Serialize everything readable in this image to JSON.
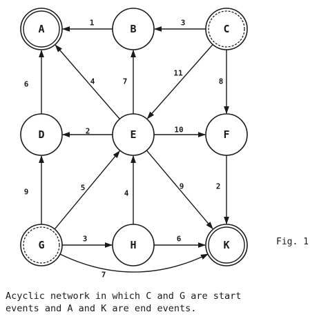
{
  "nodes": [
    {
      "id": "A",
      "label": "A",
      "type": "end"
    },
    {
      "id": "B",
      "label": "B",
      "type": "normal"
    },
    {
      "id": "C",
      "label": "C",
      "type": "start"
    },
    {
      "id": "D",
      "label": "D",
      "type": "normal"
    },
    {
      "id": "E",
      "label": "E",
      "type": "normal"
    },
    {
      "id": "F",
      "label": "F",
      "type": "normal"
    },
    {
      "id": "G",
      "label": "G",
      "type": "start"
    },
    {
      "id": "H",
      "label": "H",
      "type": "normal"
    },
    {
      "id": "K",
      "label": "K",
      "type": "end"
    }
  ],
  "edges": [
    {
      "from": "B",
      "to": "A",
      "weight": "1"
    },
    {
      "from": "C",
      "to": "B",
      "weight": "3"
    },
    {
      "from": "C",
      "to": "E",
      "weight": "11"
    },
    {
      "from": "C",
      "to": "F",
      "weight": "8"
    },
    {
      "from": "D",
      "to": "A",
      "weight": "6"
    },
    {
      "from": "E",
      "to": "A",
      "weight": "4"
    },
    {
      "from": "E",
      "to": "B",
      "weight": "7"
    },
    {
      "from": "E",
      "to": "D",
      "weight": "2"
    },
    {
      "from": "E",
      "to": "F",
      "weight": "10"
    },
    {
      "from": "E",
      "to": "K",
      "weight": "9"
    },
    {
      "from": "F",
      "to": "K",
      "weight": "2"
    },
    {
      "from": "G",
      "to": "D",
      "weight": "9"
    },
    {
      "from": "G",
      "to": "E",
      "weight": "5"
    },
    {
      "from": "G",
      "to": "H",
      "weight": "3"
    },
    {
      "from": "G",
      "to": "K",
      "weight": "7",
      "curved": true
    },
    {
      "from": "H",
      "to": "E",
      "weight": "4"
    },
    {
      "from": "H",
      "to": "K",
      "weight": "6"
    }
  ],
  "figure_label": "Fig. 1",
  "caption": "Acyclic network in which C and G are start\nevents and A and K are end events."
}
